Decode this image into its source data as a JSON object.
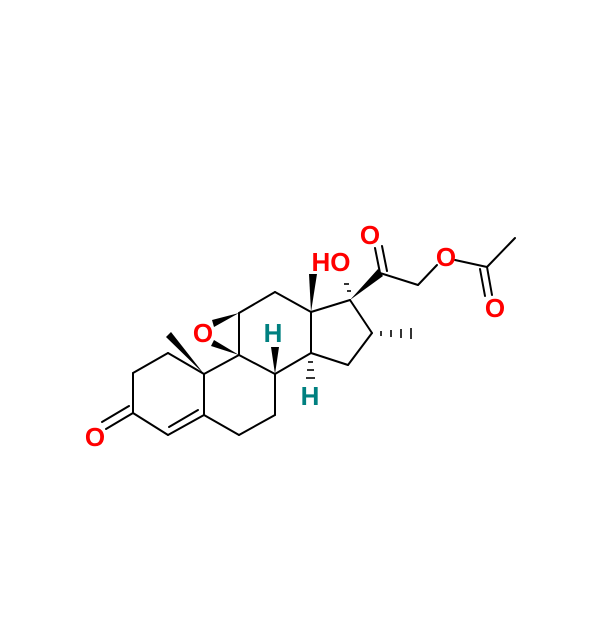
{
  "molecule": {
    "atom_labels": {
      "ketone_o": "O",
      "epoxide_o": "O",
      "h8": "H",
      "h14": "H",
      "hydroxyl": "HO",
      "c20_o": "O",
      "ester_o": "O",
      "acetyl_o": "O"
    },
    "colors": {
      "oxygen": "#ff0000",
      "hydrogen": "#008080",
      "bond": "#000000"
    }
  }
}
